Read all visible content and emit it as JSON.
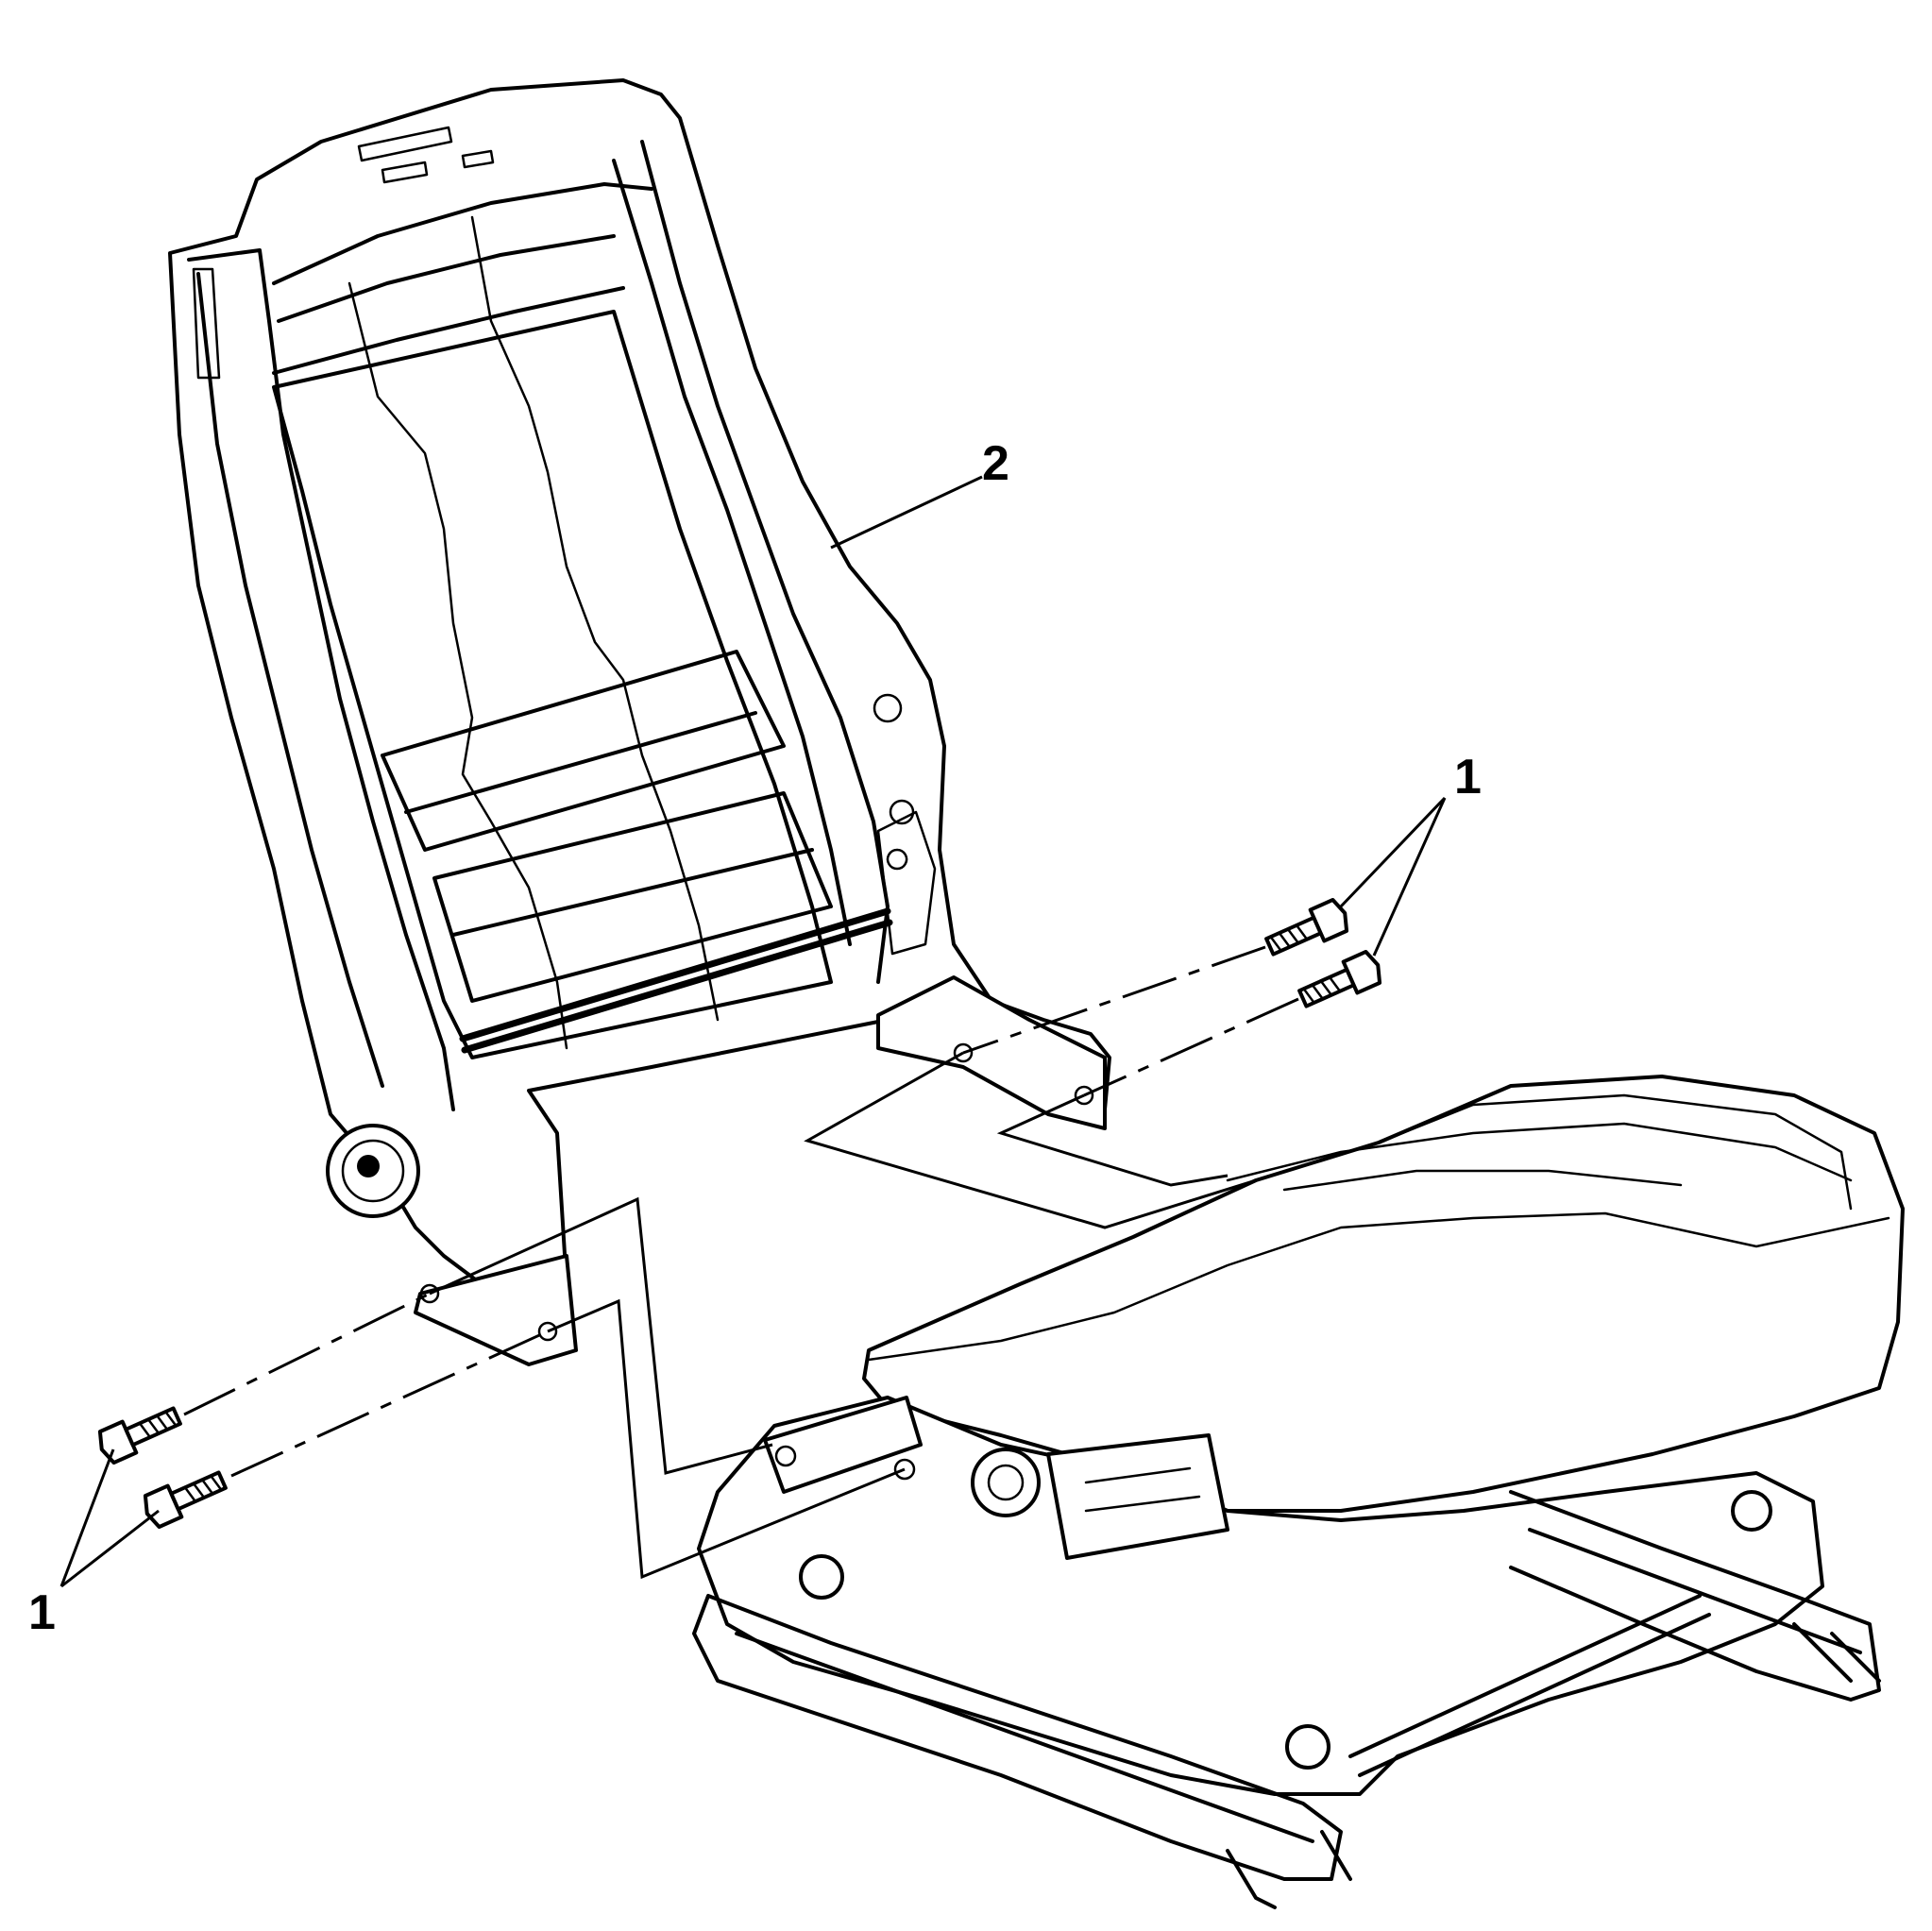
{
  "callouts": {
    "bolts_upper_right": "1",
    "bolts_lower_left": "1",
    "seatback_frame": "2"
  },
  "parts": {
    "bolt_icon": "bolt-icon",
    "seatback_icon": "seatback-frame-icon",
    "cushion_icon": "seat-cushion-icon",
    "track_icon": "seat-track-icon"
  }
}
